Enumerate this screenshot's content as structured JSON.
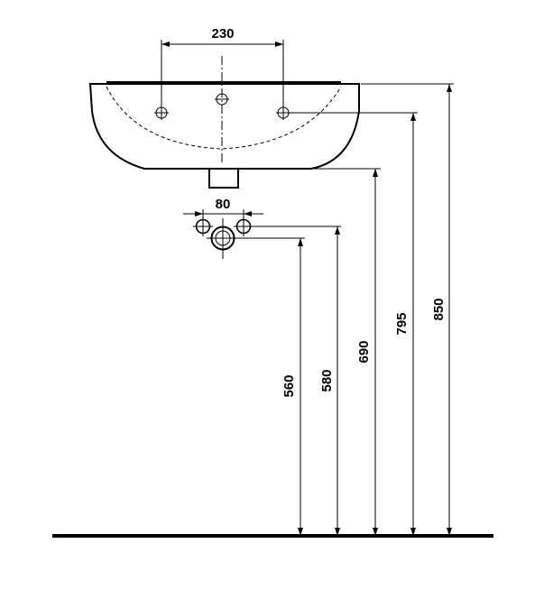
{
  "dimensions": {
    "tap_hole_spacing": "230",
    "supply_spacing": "80",
    "height_560": "560",
    "height_580": "580",
    "height_690": "690",
    "height_795": "795",
    "height_850": "850"
  },
  "colors": {
    "line": "#000000",
    "background": "#ffffff"
  }
}
